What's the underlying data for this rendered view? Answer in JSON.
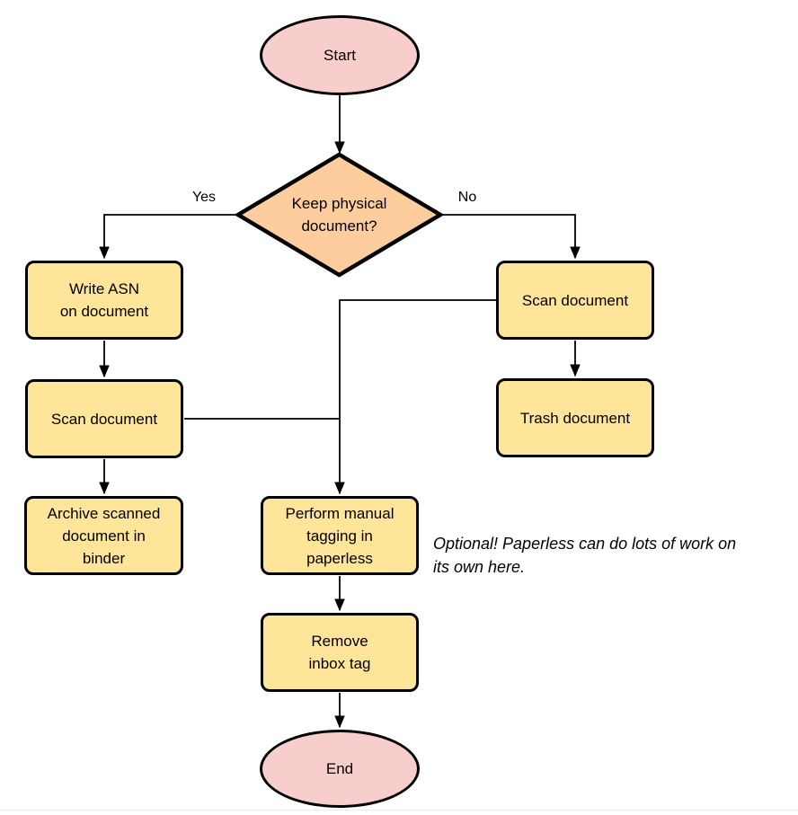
{
  "diagram": {
    "type": "flowchart",
    "colors": {
      "process_fill": "#ffe599",
      "decision_fill": "#fdcd9e",
      "terminal_fill": "#f8cecc",
      "stroke": "#000000",
      "text": "#000000"
    },
    "nodes": {
      "start": {
        "shape": "terminal",
        "label": "Start"
      },
      "decision": {
        "shape": "diamond",
        "label": "Keep physical\ndocument?"
      },
      "write_asn": {
        "shape": "process",
        "label": "Write ASN\non document"
      },
      "scan_left": {
        "shape": "process",
        "label": "Scan document"
      },
      "archive": {
        "shape": "process",
        "label": "Archive scanned\ndocument in\nbinder"
      },
      "scan_right": {
        "shape": "process",
        "label": "Scan document"
      },
      "trash": {
        "shape": "process",
        "label": "Trash document"
      },
      "tagging": {
        "shape": "process",
        "label": "Perform manual\ntagging in\npaperless"
      },
      "remove_inbox": {
        "shape": "process",
        "label": "Remove\ninbox tag"
      },
      "end": {
        "shape": "terminal",
        "label": "End"
      }
    },
    "edge_labels": {
      "yes": "Yes",
      "no": "No"
    },
    "annotation": {
      "text": "Optional! Paperless can do lots of work on\nits own here."
    },
    "edges": [
      "start -> decision",
      "decision -> write_asn (Yes)",
      "decision -> scan_right (No)",
      "write_asn -> scan_left",
      "scan_left -> archive",
      "scan_left -> tagging",
      "scan_right -> trash",
      "scan_right -> tagging",
      "tagging -> remove_inbox",
      "remove_inbox -> end"
    ]
  }
}
